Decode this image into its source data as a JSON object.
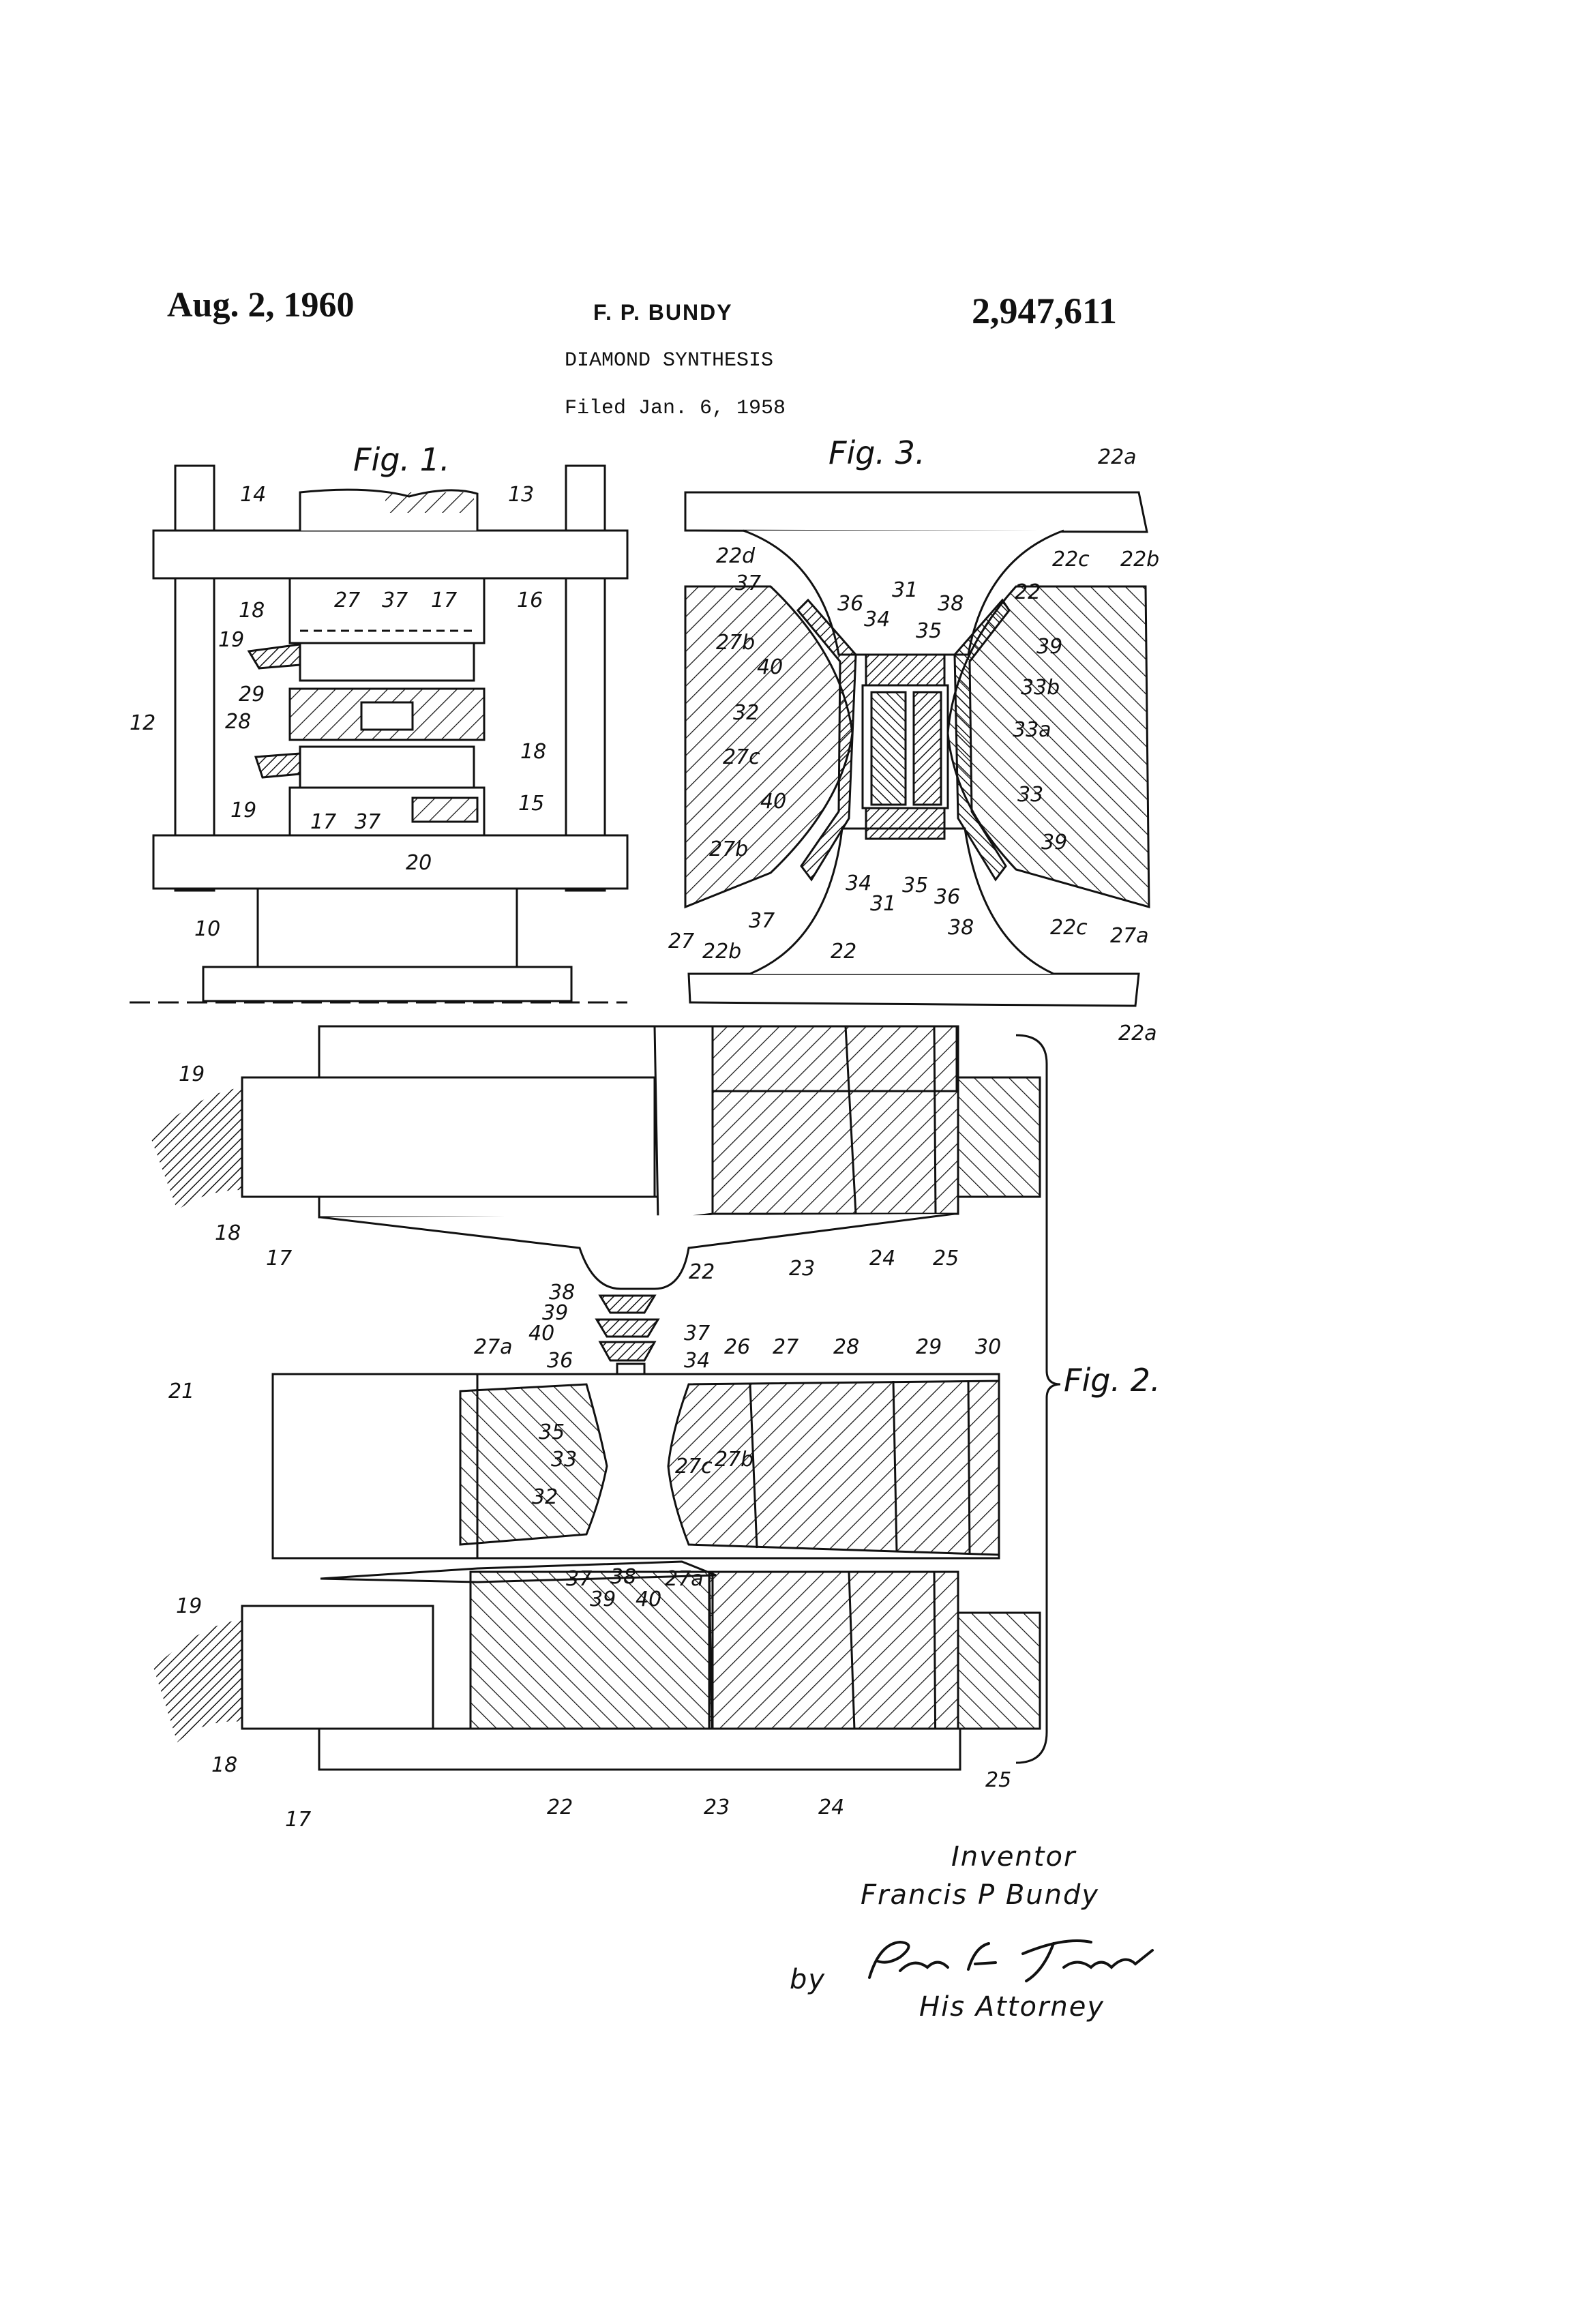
{
  "header": {
    "date": "Aug. 2, 1960",
    "inventor": "F. P. BUNDY",
    "patent_number": "2,947,611",
    "title": "DIAMOND SYNTHESIS",
    "filed": "Filed Jan. 6, 1958"
  },
  "figures": {
    "fig1": "Fig. 1.",
    "fig2": "Fig. 2.",
    "fig3": "Fig. 3."
  },
  "fig1_labels": {
    "l14": "14",
    "l13": "13",
    "l16": "16",
    "l12": "12",
    "l18a": "18",
    "l19a": "19",
    "l27": "27",
    "l37a": "37",
    "l17a": "17",
    "l29": "29",
    "l28": "28",
    "l18b": "18",
    "l19b": "19",
    "l17b": "17",
    "l37b": "37",
    "l15": "15",
    "l20": "20",
    "l10": "10"
  },
  "fig3_labels": {
    "a22a": "22a",
    "a22d": "22d",
    "a22c1": "22c",
    "a22b1": "22b",
    "a37a": "37",
    "a36a": "36",
    "a31a": "31",
    "a34a": "34",
    "a35a": "35",
    "a38a": "38",
    "a22": "22",
    "a27b1": "27b",
    "a39a": "39",
    "a40a": "40",
    "a33b": "33b",
    "a32": "32",
    "a33a": "33a",
    "a27c": "27c",
    "a33": "33",
    "a40b": "40",
    "a39b": "39",
    "a27b2": "27b",
    "a34b": "34",
    "a35b": "35",
    "a36b": "36",
    "a31b": "31",
    "a37b": "37",
    "a38b": "38",
    "a27": "27",
    "a22b2": "22b",
    "a22bottom": "22",
    "a22c2": "22c",
    "a27a": "27a"
  },
  "fig2_labels": {
    "b22a": "22a",
    "b19a": "19",
    "b18a": "18",
    "b17a": "17",
    "b22a2": "22",
    "b23a": "23",
    "b24a": "24",
    "b25a": "25",
    "b38a": "38",
    "b39a": "39",
    "b40a": "40",
    "b37a": "37",
    "b27a1": "27a",
    "b36": "36",
    "b34": "34",
    "b26": "26",
    "b27": "27",
    "b28": "28",
    "b29": "29",
    "b30": "30",
    "b21": "21",
    "b35": "35",
    "b33": "33",
    "b27c": "27c",
    "b27b": "27b",
    "b32": "32",
    "b37b": "37",
    "b38b": "38",
    "b39b": "39",
    "b40b": "40",
    "b27a2": "27a",
    "b19b": "19",
    "b18b": "18",
    "b17b": "17",
    "b22b": "22",
    "b23b": "23",
    "b24b": "24",
    "b25b": "25"
  },
  "signature": {
    "inventor_label": "Inventor",
    "inventor_name": "Francis P Bundy",
    "by": "by",
    "handwritten_signature": "Paul A. Frank",
    "attorney_label": "His Attorney"
  }
}
